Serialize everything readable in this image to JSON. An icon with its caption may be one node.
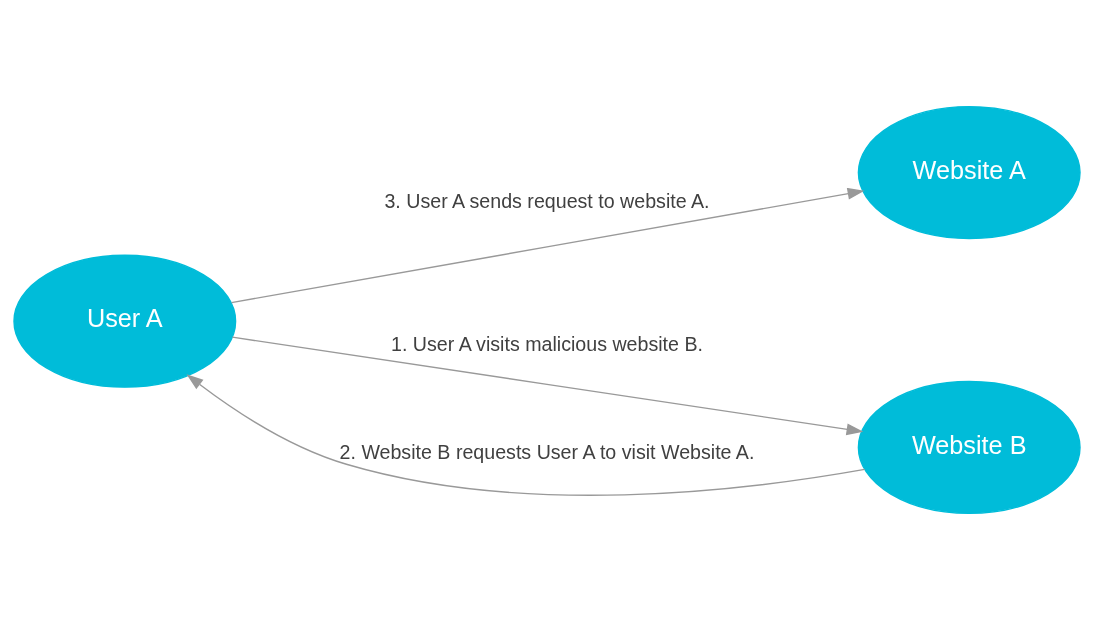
{
  "diagram": {
    "nodes": [
      {
        "text": [
          "Website A"
        ]
      },
      {
        "text": [
          "User A"
        ]
      },
      {
        "text": [
          "Website B"
        ]
      }
    ],
    "edges": [
      {
        "from": 1,
        "to": 2,
        "arrow": "to",
        "label": "1. User A visits malicious website B."
      },
      {
        "from": 2,
        "to": 1,
        "arrow": "to",
        "label": "2. Website B requests User A to visit Website A."
      },
      {
        "from": 1,
        "to": 0,
        "arrow": "to",
        "label": "3. User A sends request to website A."
      }
    ]
  }
}
